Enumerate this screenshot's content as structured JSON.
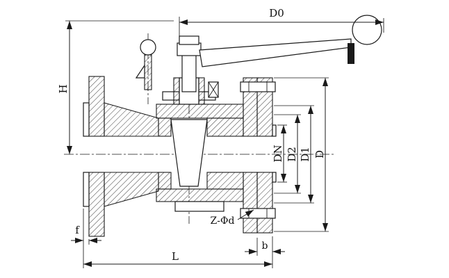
{
  "drawing": {
    "labels": {
      "d0": "D0",
      "h": "H",
      "dn": "DN",
      "d2": "D2",
      "d1": "D1",
      "d": "D",
      "l": "L",
      "f": "f",
      "b": "b",
      "bolt_holes": "Z-Φd"
    },
    "colors": {
      "line": "#1a1a1a",
      "background": "#ffffff"
    }
  }
}
